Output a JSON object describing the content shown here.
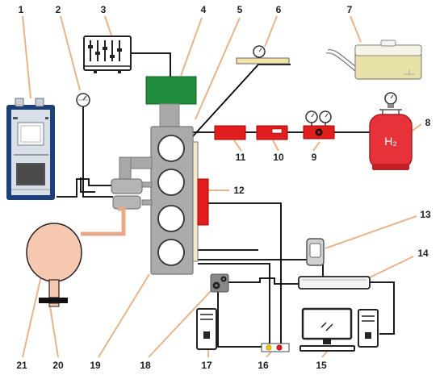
{
  "labels": {
    "n1": "1",
    "n2": "2",
    "n3": "3",
    "n4": "4",
    "n5": "5",
    "n6": "6",
    "n7": "7",
    "n8": "8",
    "n9": "9",
    "n10": "10",
    "n11": "11",
    "n12": "12",
    "n13": "13",
    "n14": "14",
    "n15": "15",
    "n16": "16",
    "n17": "17",
    "n18": "18",
    "n19": "19",
    "n20": "20",
    "n21": "21"
  },
  "h2_cylinder_text": "H₂",
  "colors": {
    "callout": "#e8b48c",
    "engine_head": "#1f8c3c",
    "red_unit": "#e01e1e",
    "cylinder": "#e8323a",
    "balloon": "#f6c8b0",
    "fuel_tank": "#e8e2a8",
    "environment_chamber": "#1d3f7a"
  }
}
